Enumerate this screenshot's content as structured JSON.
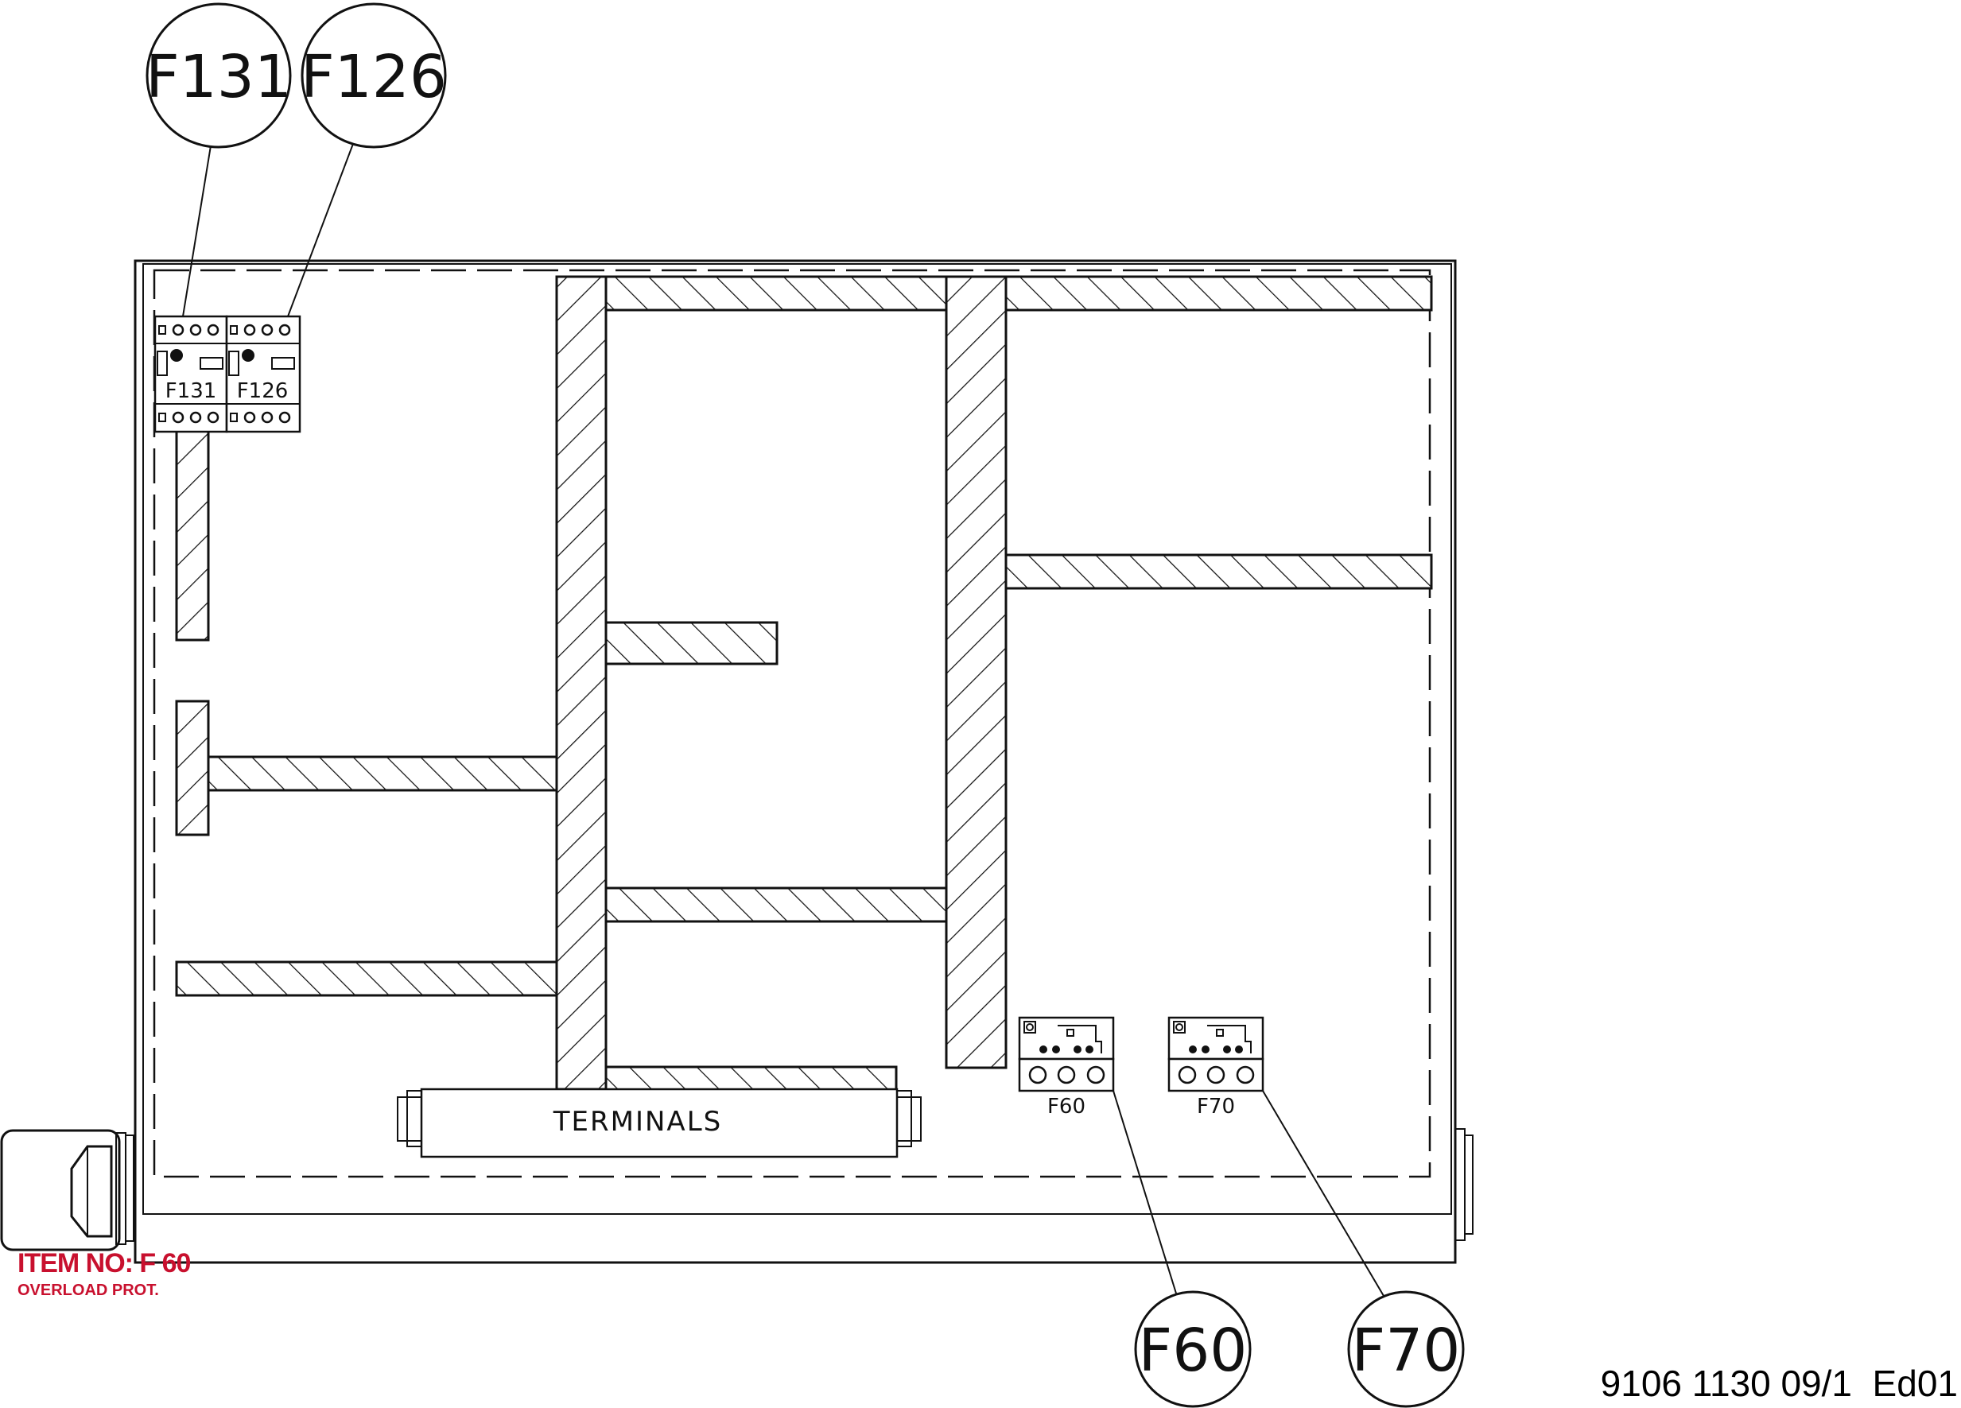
{
  "diagram": {
    "callouts": [
      "F131",
      "F126",
      "F60",
      "F70"
    ],
    "devices": {
      "f131_label": "F131",
      "f126_label": "F126",
      "f60_label": "F60",
      "f70_label": "F70"
    },
    "terminals_label": "TERMINALS"
  },
  "item": {
    "number": "ITEM NO: F 60",
    "description": "OVERLOAD PROT."
  },
  "document": {
    "number": "9106 1130 09/1  Ed01"
  },
  "colors": {
    "item_text": "#c8102e",
    "line": "#111111"
  }
}
